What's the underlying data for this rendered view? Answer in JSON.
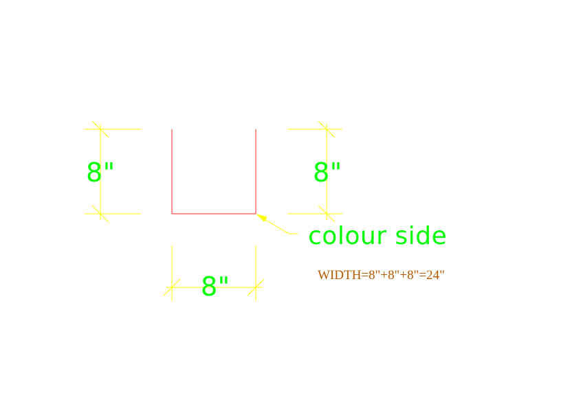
{
  "colors": {
    "background": "#ffffff",
    "dimension_lines": "#ffff00",
    "profile": "#ff2020",
    "dimension_text": "#00ff00",
    "note_text": "#b35900"
  },
  "dimensions": {
    "left_height": "8\"",
    "right_height": "8\"",
    "bottom_width": "8\""
  },
  "annotations": {
    "leader_label": "colour side",
    "width_formula": "WIDTH=8\"+8\"+8\"=24\""
  }
}
